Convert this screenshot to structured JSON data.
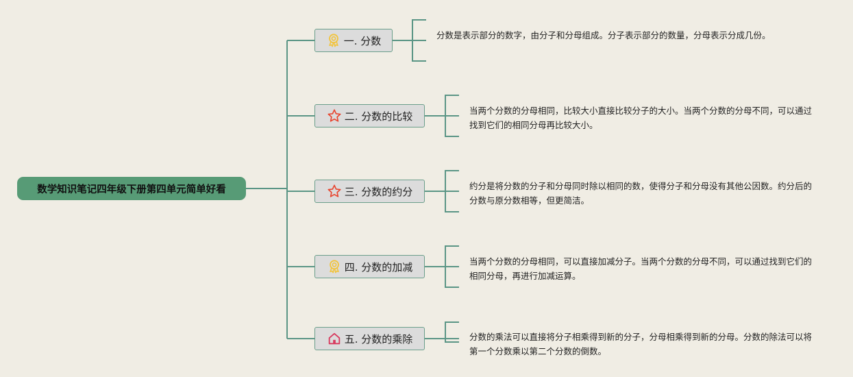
{
  "root": {
    "title": "数学知识笔记四年级下册第四单元简单好看",
    "color": "#579b76"
  },
  "line_color": "#5a9585",
  "topics": [
    {
      "label": "一. 分数",
      "icon": "award-ribbon-icon",
      "icon_color": "#f2c43c",
      "description": "分数是表示部分的数字，由分子和分母组成。分子表示部分的数量，分母表示分成几份。"
    },
    {
      "label": "二. 分数的比较",
      "icon": "star-icon",
      "icon_color": "#e8452f",
      "description": "当两个分数的分母相同，比较大小直接比较分子的大小。当两个分数的分母不同，可以通过找到它们的相同分母再比较大小。"
    },
    {
      "label": "三. 分数的约分",
      "icon": "star-icon",
      "icon_color": "#e8452f",
      "description": "约分是将分数的分子和分母同时除以相同的数，使得分子和分母没有其他公因数。约分后的分数与原分数相等，但更简洁。"
    },
    {
      "label": "四. 分数的加减",
      "icon": "award-ribbon-icon",
      "icon_color": "#f2c43c",
      "description": "当两个分数的分母相同，可以直接加减分子。当两个分数的分母不同，可以通过找到它们的相同分母，再进行加减运算。"
    },
    {
      "label": "五. 分数的乘除",
      "icon": "home-icon",
      "icon_color": "#d83a5e",
      "description": "分数的乘法可以直接将分子相乘得到新的分子，分母相乘得到新的分母。分数的除法可以将第一个分数乘以第二个分数的倒数。"
    }
  ]
}
